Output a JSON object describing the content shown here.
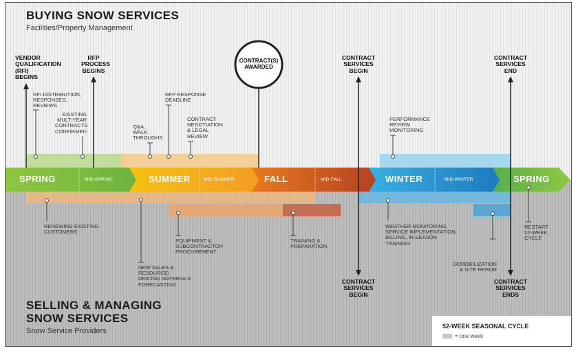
{
  "top": {
    "title": "BUYING SNOW SERVICES",
    "subtitle": "Facilities/Property Management"
  },
  "bottom": {
    "title_line1": "SELLING & MANAGING",
    "title_line2": "SNOW SERVICES",
    "subtitle": "Snow Service Providers"
  },
  "seasons": {
    "spring1": "SPRING",
    "mid_spring": "MID-SPRING",
    "summer": "SUMMER",
    "mid_summer": "MID-SUMMER",
    "fall": "FALL",
    "mid_fall": "MID-FALL",
    "winter": "WINTER",
    "mid_winter": "MID-WINTER",
    "spring2": "SPRING"
  },
  "milestones": {
    "vendor_qual": "VENDOR\nQUALIFICATION\n(RFI)\nBEGINS",
    "rfp_begins": "RFP\nPROCESS\nBEGINS",
    "contracts_awarded": "CONTRACT(S)\nAWARDED",
    "services_begin_top": "CONTRACT\nSERVICES\nBEGIN",
    "services_end_top": "CONTRACT\nSERVICES\nEND",
    "services_begin_bottom": "CONTRACT\nSERVICES\nBEGIN",
    "services_end_bottom": "CONTRACT\nSERVICES\nENDS"
  },
  "buyer_items": {
    "rfi_distribution": "RFI DISTRIBUTION,\nRESPONSES,\nREVIEWS",
    "existing_contracts": "EXISTING\nMULT-YEAR\nCONTRACTS\nCONFIRMED",
    "qa_walk": "Q&A,\nWALK\nTHROUGHS",
    "rfp_deadline": "RFP RESPONSE\nDEADLINE",
    "contract_negotiation": "CONTRACT\nNEGOTIATION\n& LEGAL\nREVIEW",
    "performance_review": "PERFORMANCE\nREVIEW\nMONITORING"
  },
  "provider_items": {
    "renewing": "RENEWING EXISTING\nCUSTOMERS",
    "new_sales": "NEW SALES &\nRESOURCE/\nDEICING MATERIALS\nFORECASTING",
    "equipment": "EQUIPMENT &\nSUBCONTRACTOR\nPROCUREMENT",
    "training": "TRAINING &\nPREPARATION",
    "weather": "WEATHER MONITORING,\nSERVICE IMPLEMENTATION,\nBILLING, IN-SEASON\nTRAINING",
    "demobilization": "DEMOBILIZATION\n& SITE REPAIR",
    "restart": "RESTART\n52-WEEK\nCYCLE"
  },
  "legend": {
    "title": "52-WEEK SEASONAL CYCLE",
    "key": "= one week"
  },
  "colors": {
    "spring": "#7dc242",
    "summer": "#f7a823",
    "fall": "#c8531c",
    "winter": "#2b9bd6",
    "bottom_bg": "#bdbdbd"
  }
}
